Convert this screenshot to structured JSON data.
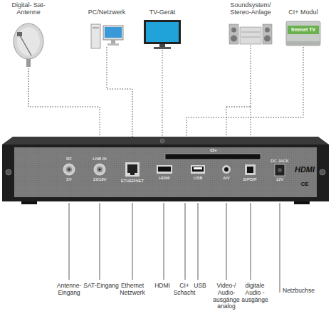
{
  "diagram": {
    "labels": [
      "Digital- Sat-Antenne",
      "PC/Netzwerk",
      "TV-Gerät",
      "Soundsystem/ Stereo-Anlage",
      "CI+ Modul",
      "freenet TV",
      "CI+",
      "RF",
      "5V",
      "LNB IN",
      "13/18V",
      "ETHERNET",
      "HDMI",
      "USB",
      "A/V",
      "S/PDIF",
      "DC JACK",
      "12V",
      "HDMI",
      "CE",
      "Antenne- Eingang",
      "SAT-Eingang",
      "Ethernet Netzwerk",
      "HDMI",
      "CI+ Schacht",
      "USB",
      "Video-/ Audio- ausgänge analog",
      "digitale Audio -ausgänge",
      "Netzbuchse"
    ]
  }
}
